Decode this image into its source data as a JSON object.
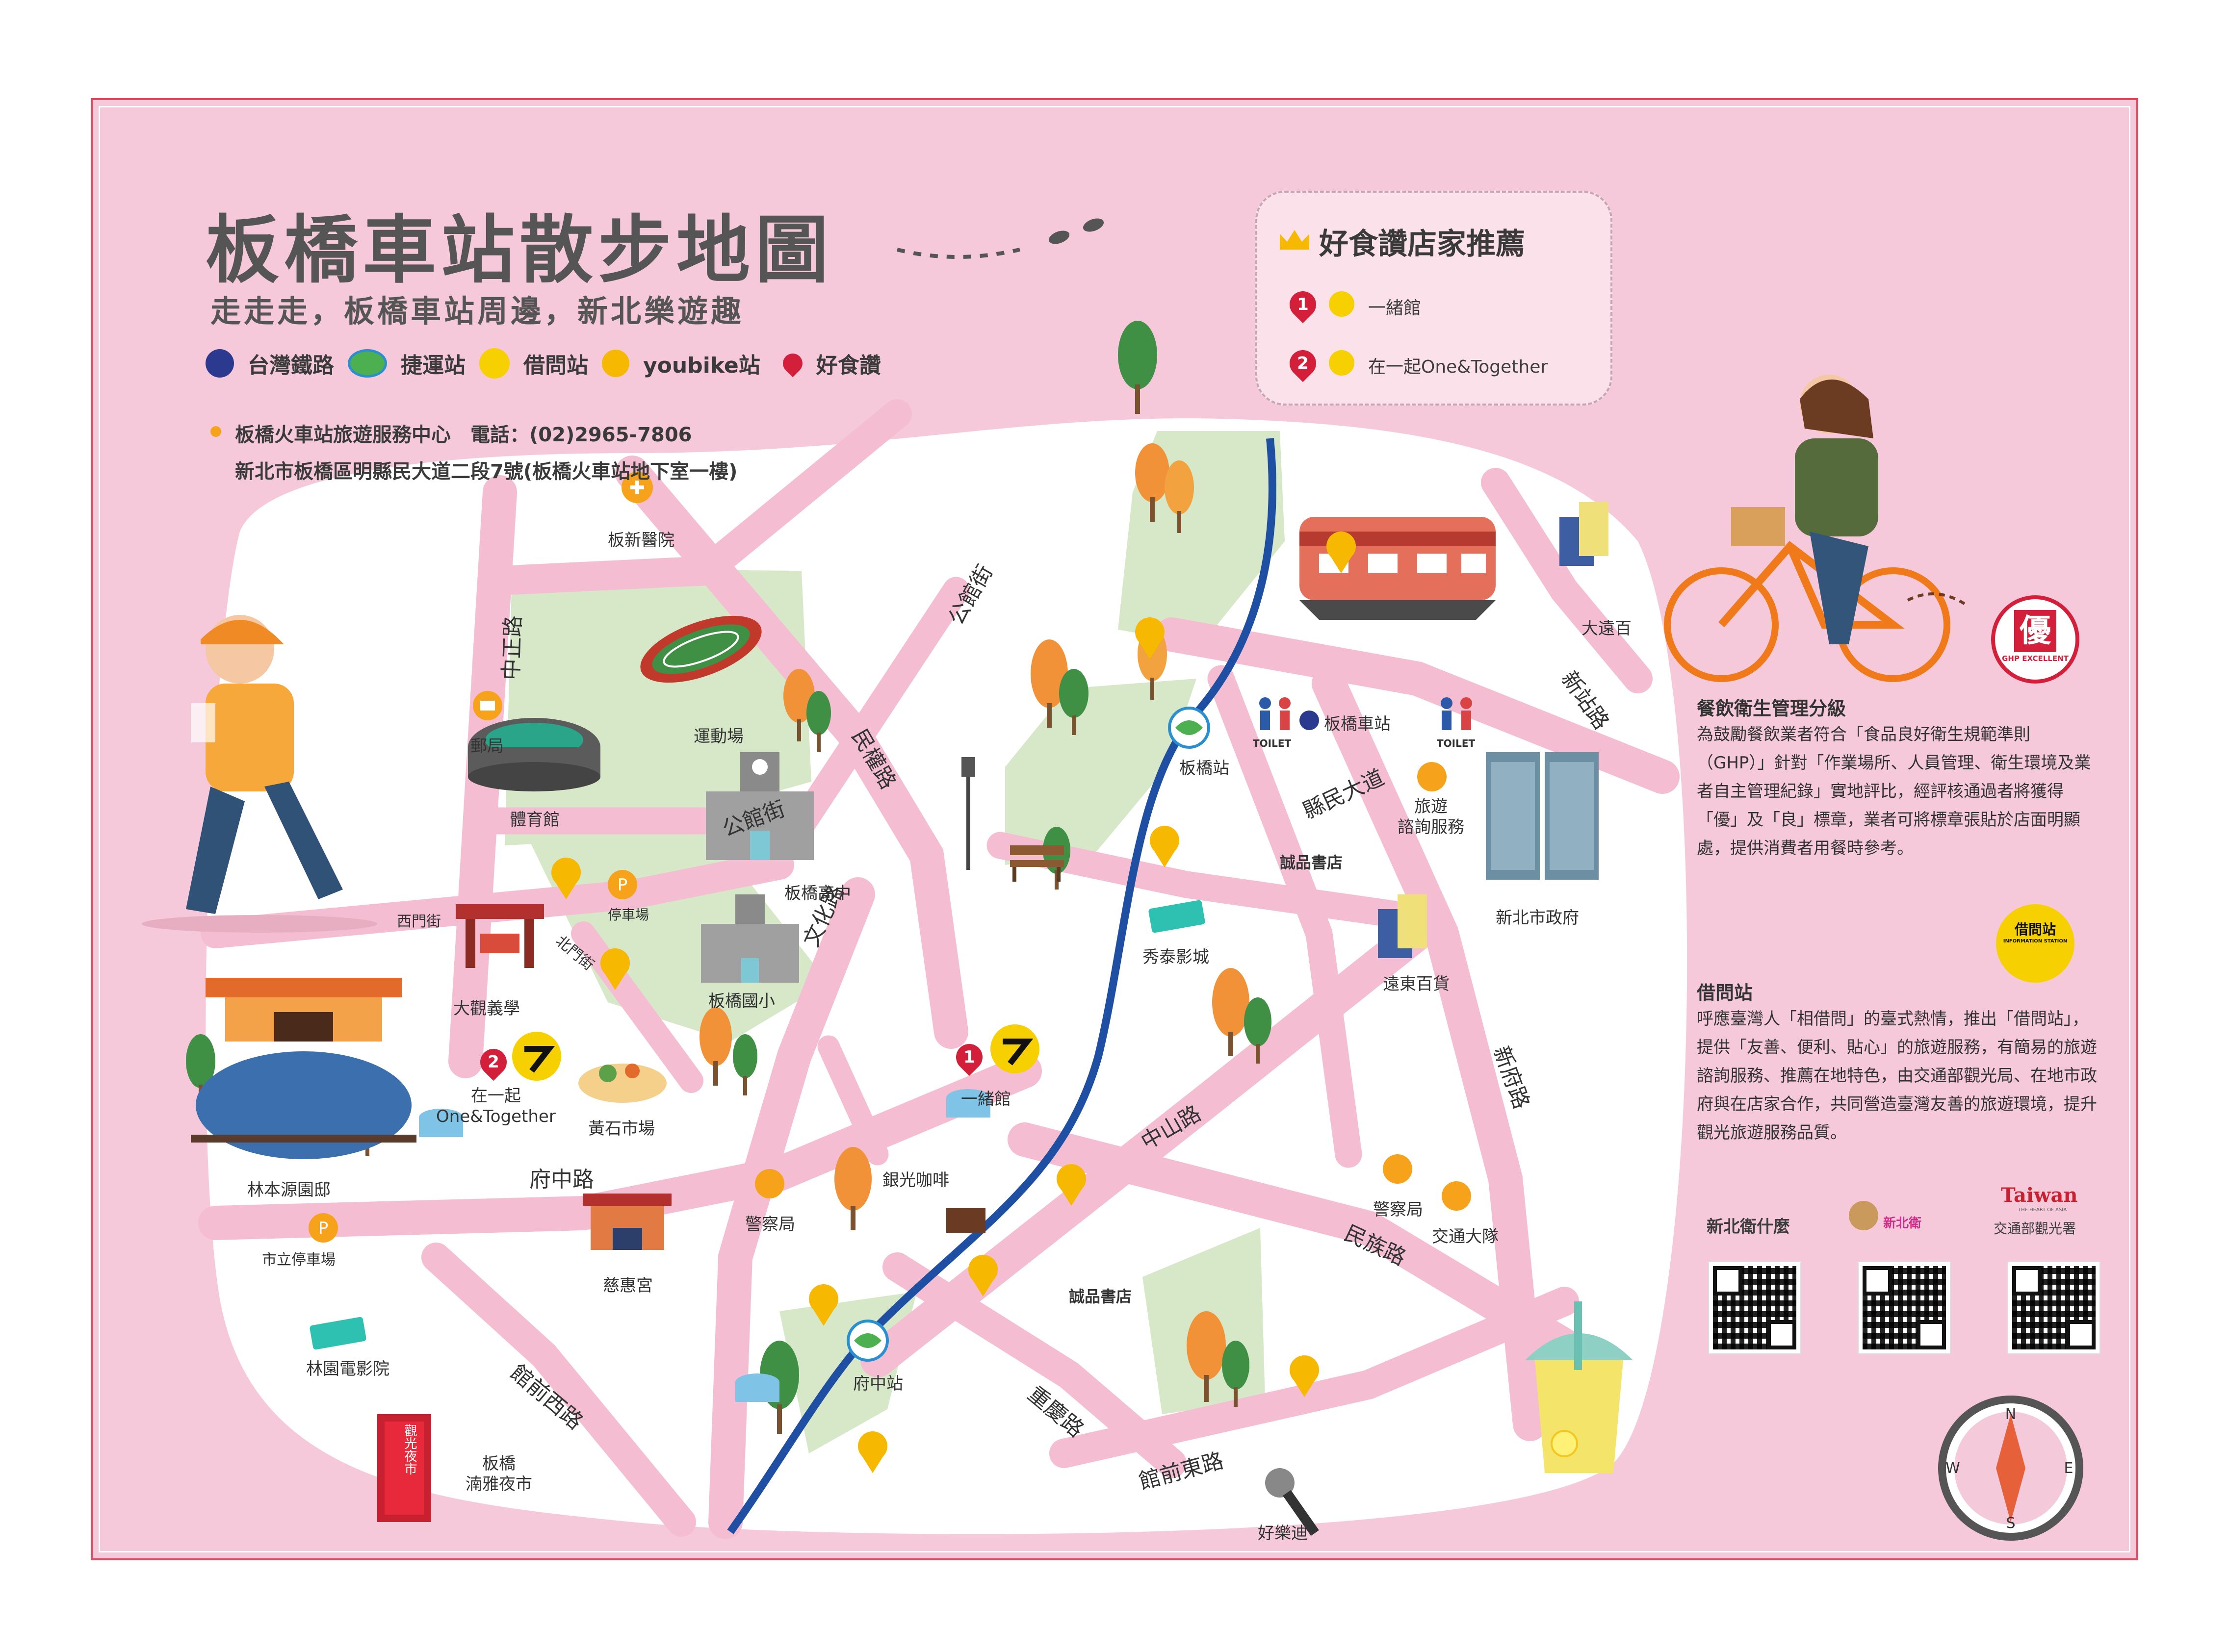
{
  "map_title": "板橋車站散步地圖",
  "subtitle": "走走走，板橋車站周邊，新北樂遊趣",
  "legend": {
    "railway": "台灣鐵路",
    "mrt": "捷運站",
    "info_station": "借問站",
    "youbike": "youbike站",
    "good_food": "好食讚"
  },
  "service_center": {
    "line1": "板橋火車站旅遊服務中心　電話：(02)2965-7806",
    "line2": "新北市板橋區明縣民大道二段7號(板橋火車站地下室一樓)"
  },
  "recommend": {
    "title": "好食讚店家推薦",
    "items": [
      {
        "num": "1",
        "name": "一緒館"
      },
      {
        "num": "2",
        "name": "在一起One&Together"
      }
    ]
  },
  "places": {
    "hospital": "板新醫院",
    "post": "郵局",
    "stadium": "運動場",
    "gym": "體育館",
    "parking1": "停車場",
    "school_high": "板橋高中",
    "school_elem": "板橋國小",
    "daguan": "大觀義學",
    "lin_garden": "林本源園邸",
    "huangshi": "黃石市場",
    "together": "在一起\nOne&Together",
    "yixu": "一緒館",
    "coffee": "銀光咖啡",
    "police1": "警察局",
    "parking2": "市立停車場",
    "cihui": "慈惠宮",
    "cinema1": "林園電影院",
    "night_market": "板橋\n湳雅夜市",
    "fuzhong_station": "府中站",
    "banqiao_station_mrt": "板橋站",
    "banqiao_station": "板橋車站",
    "toilet": "TOILET",
    "eslite": "誠品書店",
    "xiutai": "秀泰影城",
    "tour_info": "旅遊\n諮詢服務",
    "gov": "新北市政府",
    "fareast": "遠東百貨",
    "police2": "警察局",
    "traffic": "交通大隊",
    "megacity": "大遠百",
    "holiday": "好樂迪",
    "night_tag1": "觀光夜市"
  },
  "roads": {
    "zhongzheng": "中正路",
    "gongguan1": "公館街",
    "gongguan2": "公館街",
    "minquan": "民權路",
    "wenhua": "文化路",
    "ximen": "西門街",
    "beimen": "北門街",
    "fuzhong": "府中路",
    "guanqian_west": "館前西路",
    "guanqian_east": "館前東路",
    "chongqing": "重慶路",
    "zhongshan": "中山路",
    "minzu": "民族路",
    "xinfu": "新府路",
    "xinzhan": "新站路",
    "xianmin": "縣民大道"
  },
  "sidebar": {
    "ghp_title": "餐飲衛生管理分級",
    "ghp_text": "為鼓勵餐飲業者符合「食品良好衛生規範準則（GHP）」針對「作業場所、人員管理、衛生環境及業者自主管理紀錄」實地評比，經評核通過者將獲得「優」及「良」標章，業者可將標章張貼於店面明顯處，提供消費者用餐時參考。",
    "ghp_badge": "優",
    "ghp_ring": "GHP EXCELLENT",
    "info_title": "借問站",
    "info_text": "呼應臺灣人「相借問」的臺式熱情，推出「借問站」，提供「友善、便利、貼心」的旅遊服務，有簡易的旅遊諮詢服務、推薦在地特色，由交通部觀光局、在地市政府與在店家合作，共同營造臺灣友善的旅遊環境，提升觀光旅遊服務品質。",
    "info_badge": "借問站",
    "info_badge_sub": "INFORMATION STATION",
    "qr_labels": [
      "新北衛什麼",
      "新北衛",
      "交通部觀光署"
    ],
    "taiwan_logo": "Taiwan",
    "taiwan_logo_sub": "THE HEART OF ASIA"
  },
  "compass": {
    "n": "N",
    "s": "S",
    "e": "E",
    "w": "W"
  },
  "colors": {
    "background": "#f6c9da",
    "road": "#f4b8cd",
    "land": "#ffffff",
    "green": "#d6e8c8",
    "river": "#1e4fa3",
    "pin_red": "#d41f3a",
    "youbike_yellow": "#f6b800"
  }
}
